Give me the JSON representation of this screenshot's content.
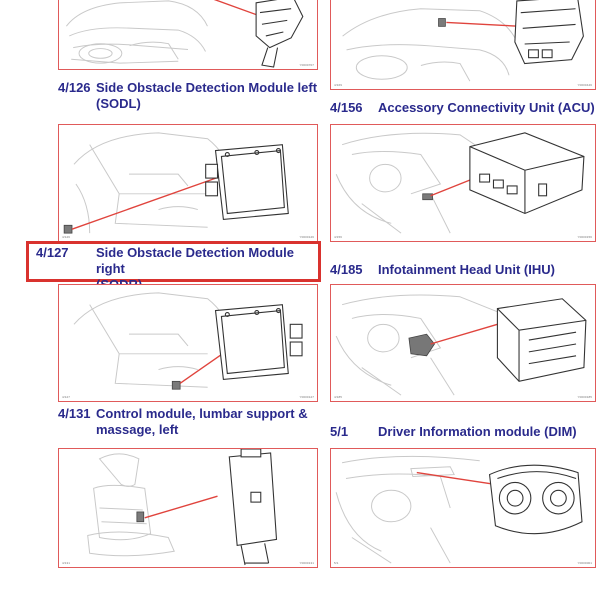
{
  "sections": [
    {
      "number": "4/126",
      "title": "Side Obstacle Detection Module left",
      "subtitle": "(SODL)"
    },
    {
      "number": "4/127",
      "title": "Side Obstacle Detection Module right",
      "subtitle": "(SODR)"
    },
    {
      "number": "4/131",
      "title": "Control module, lumbar support &",
      "subtitle": "massage, left"
    },
    {
      "number": "4/156",
      "title": "Accessory Connectivity Unit (ACU)",
      "subtitle": ""
    },
    {
      "number": "4/185",
      "title": "Infotainment Head Unit (IHU)",
      "subtitle": ""
    },
    {
      "number": "5/1",
      "title": "Driver Information module (DIM)",
      "subtitle": ""
    }
  ],
  "panel_tags": {
    "top_left_right": "Y0000707",
    "top_right_left": "4/169",
    "top_right_right": "Y0000446",
    "sodl_left": "4/126",
    "sodl_right": "Y0000126",
    "sodr_left": "4/127",
    "sodr_right": "Y0000127",
    "lumbar_left": "4/131",
    "lumbar_right": "Y0000131",
    "acu_left": "4/156",
    "acu_right": "Y0000156",
    "ihu_left": "4/185",
    "ihu_right": "Y0000185",
    "dim_left": "5/1",
    "dim_right": "Y0000001"
  },
  "colors": {
    "heading": "#2a2a8c",
    "frame": "#e05a5a",
    "highlight": "#d9322e",
    "leader": "#e0443d"
  }
}
